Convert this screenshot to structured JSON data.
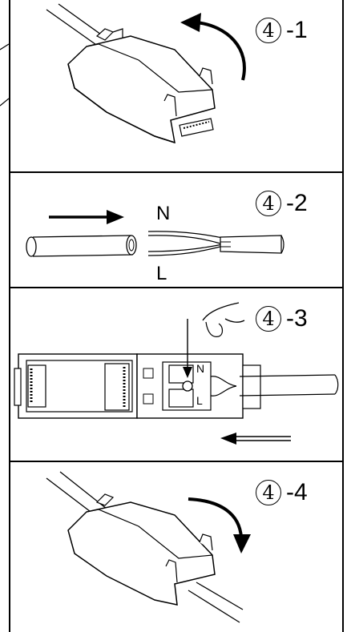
{
  "steps": [
    {
      "num": "4",
      "suffix": "-1"
    },
    {
      "num": "4",
      "suffix": "-2"
    },
    {
      "num": "4",
      "suffix": "-3"
    },
    {
      "num": "4",
      "suffix": "-4"
    }
  ],
  "wire_labels": {
    "neutral": "N",
    "live": "L"
  },
  "terminal_letters": {
    "n": "N",
    "l": "L"
  },
  "colors": {
    "line": "#000000",
    "background": "#ffffff"
  }
}
